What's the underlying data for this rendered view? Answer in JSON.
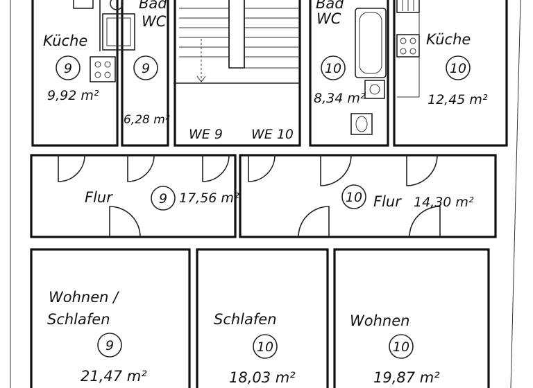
{
  "rooms": {
    "kueche_9": {
      "label": "Küche",
      "unit": "9",
      "area": "9,92 m²"
    },
    "bad_9": {
      "label_top": "Bad",
      "label_bottom": "WC",
      "unit": "9",
      "area": "6,28 m²"
    },
    "stair_left": {
      "label": "WE 9"
    },
    "stair_right": {
      "label": "WE 10"
    },
    "bad_10": {
      "label_top": "Bad",
      "label_bottom": "WC",
      "unit": "10",
      "area": "8,34 m²"
    },
    "kueche_10": {
      "label": "Küche",
      "unit": "10",
      "area": "12,45 m²"
    },
    "flur_9": {
      "label": "Flur",
      "unit": "9",
      "area": "17,56 m²"
    },
    "flur_10": {
      "label": "Flur",
      "unit": "10",
      "area": "14,30 m²"
    },
    "wohnen_schlafen_9": {
      "label_line1": "Wohnen /",
      "label_line2": "Schlafen",
      "unit": "9",
      "area": "21,47 m²"
    },
    "schlafen_10": {
      "label": "Schlafen",
      "unit": "10",
      "area": "18,03 m²"
    },
    "wohnen_10": {
      "label": "Wohnen",
      "unit": "10",
      "area": "19,87 m²"
    }
  }
}
